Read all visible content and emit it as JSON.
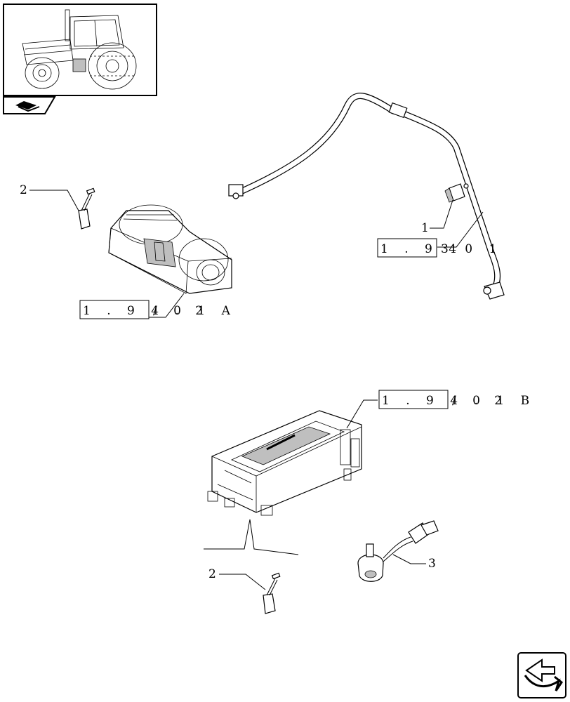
{
  "callouts": {
    "item_1": "1",
    "item_2_top": "2",
    "item_2_bottom": "2",
    "item_3": "3"
  },
  "references": {
    "ref_a": {
      "boxed": "1 . 9 4 . 2",
      "suffix": "/ 0 1 A"
    },
    "ref_b": {
      "boxed": "1 . 9 4 . 2",
      "suffix": "/ 0 1 B"
    },
    "ref_c": {
      "boxed": "1 . 9 4",
      "suffix": "3    0 1"
    }
  },
  "icons": {
    "thumbnail": "tractor-thumbnail-icon",
    "section": "section-book-icon",
    "navigation": "next-page-arrow-icon"
  }
}
